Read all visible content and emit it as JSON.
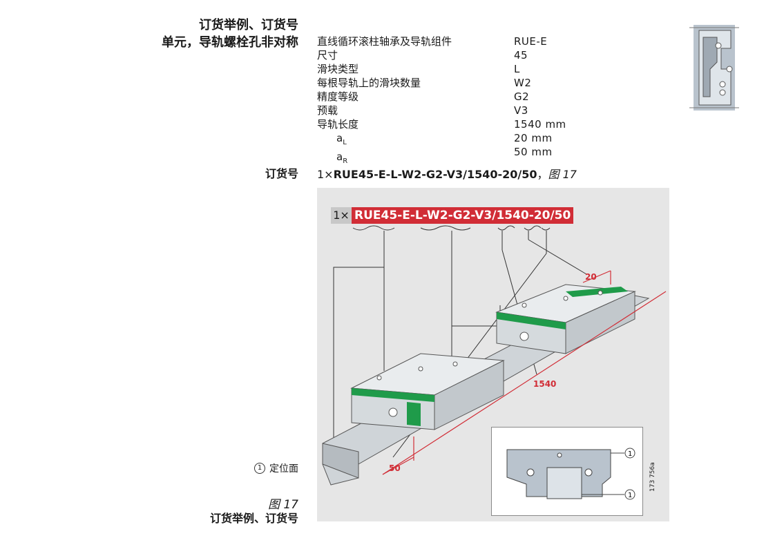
{
  "heading": {
    "line1": "订货举例、订货号",
    "line2": "单元，导轨螺栓孔非对称"
  },
  "specs": [
    {
      "label": "直线循环滚柱轴承及导轨组件",
      "value": "RUE-E"
    },
    {
      "label": "尺寸",
      "value": "45"
    },
    {
      "label": "滑块类型",
      "value": "L"
    },
    {
      "label": "每根导轨上的滑块数量",
      "value": "W2"
    },
    {
      "label": "精度等级",
      "value": "G2"
    },
    {
      "label": "预载",
      "value": "V3"
    },
    {
      "label": "导轨长度",
      "value": "1540 mm"
    }
  ],
  "sub_specs": [
    {
      "label": "a",
      "sub": "L",
      "value": "20 mm"
    },
    {
      "label": "a",
      "sub": "R",
      "value": "50 mm"
    }
  ],
  "order": {
    "label": "订货号",
    "qty": "1×",
    "code": "RUE45-E-L-W2-G2-V3/1540-20/50",
    "sep": "，",
    "figure_ref": "图 17"
  },
  "diagram": {
    "qty": "1×",
    "code": "RUE45-E-L-W2-G2-V3/1540-20/50",
    "dim_20": "20",
    "dim_1540": "1540",
    "dim_50": "50",
    "callout": "1",
    "drawing_id": "173 756a",
    "colors": {
      "red": "#d12d36",
      "green": "#1f9b4a",
      "panel": "#e6e6e6"
    }
  },
  "legend": {
    "marker": "1",
    "text": "定位面"
  },
  "caption": {
    "figure": "图 17",
    "text": "订货举例、订货号"
  }
}
